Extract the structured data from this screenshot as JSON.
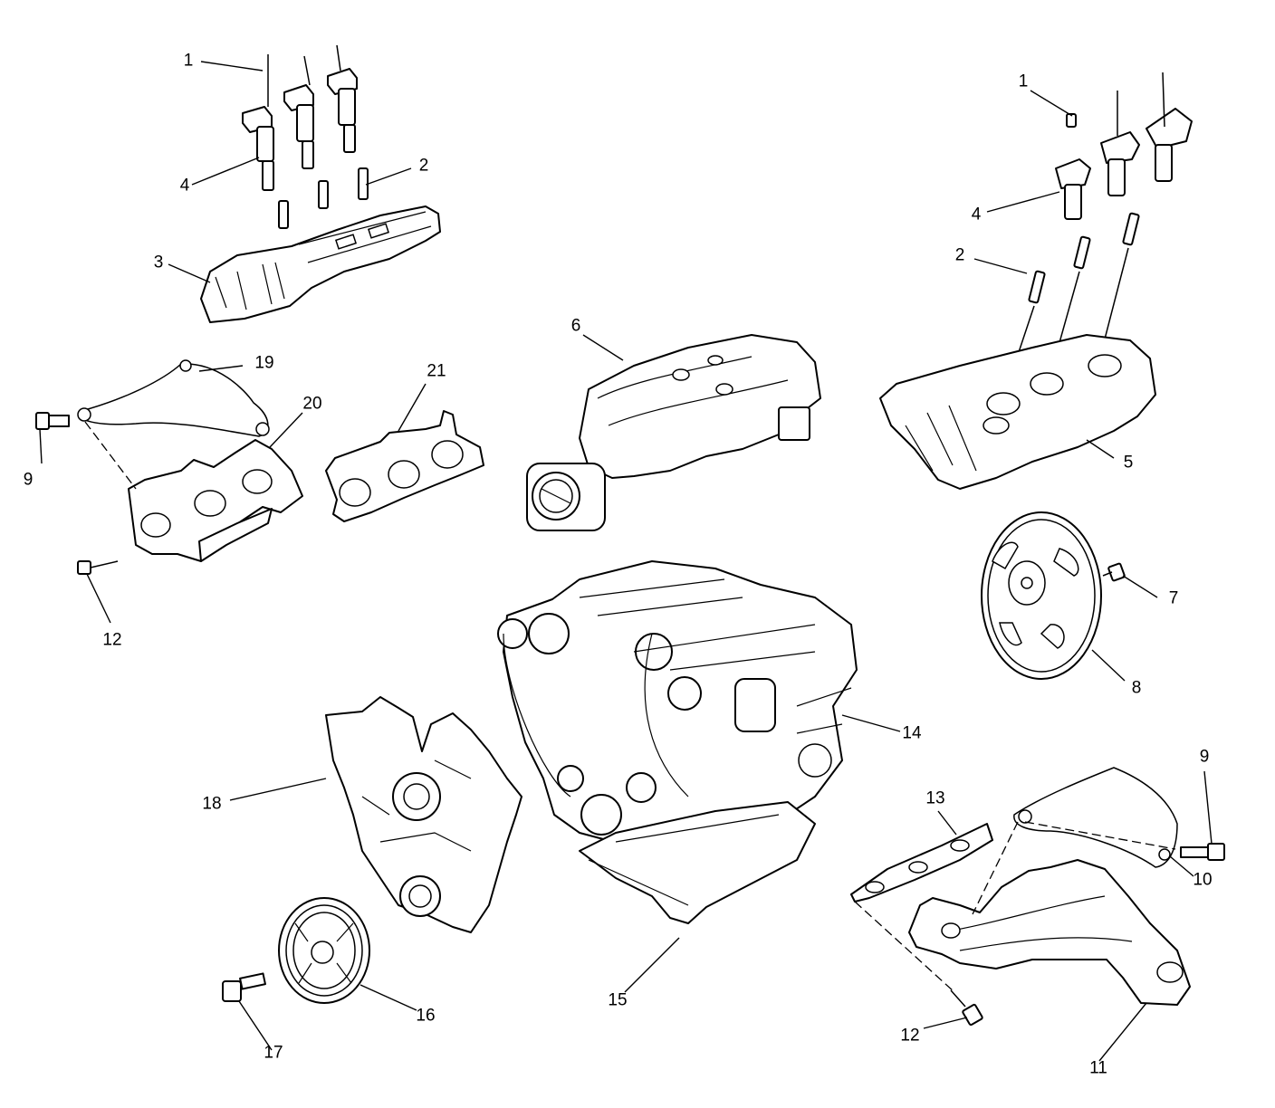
{
  "callouts": {
    "c1a": "1",
    "c4a": "4",
    "c2a": "2",
    "c3": "3",
    "c19": "19",
    "c20": "20",
    "c9a": "9",
    "c12a": "12",
    "c21": "21",
    "c6": "6",
    "c1b": "1",
    "c4b": "4",
    "c2b": "2",
    "c5": "5",
    "c7": "7",
    "c8": "8",
    "c14": "14",
    "c18": "18",
    "c13": "13",
    "c9b": "9",
    "c10": "10",
    "c16": "16",
    "c17": "17",
    "c15": "15",
    "c12b": "12",
    "c11": "11"
  }
}
